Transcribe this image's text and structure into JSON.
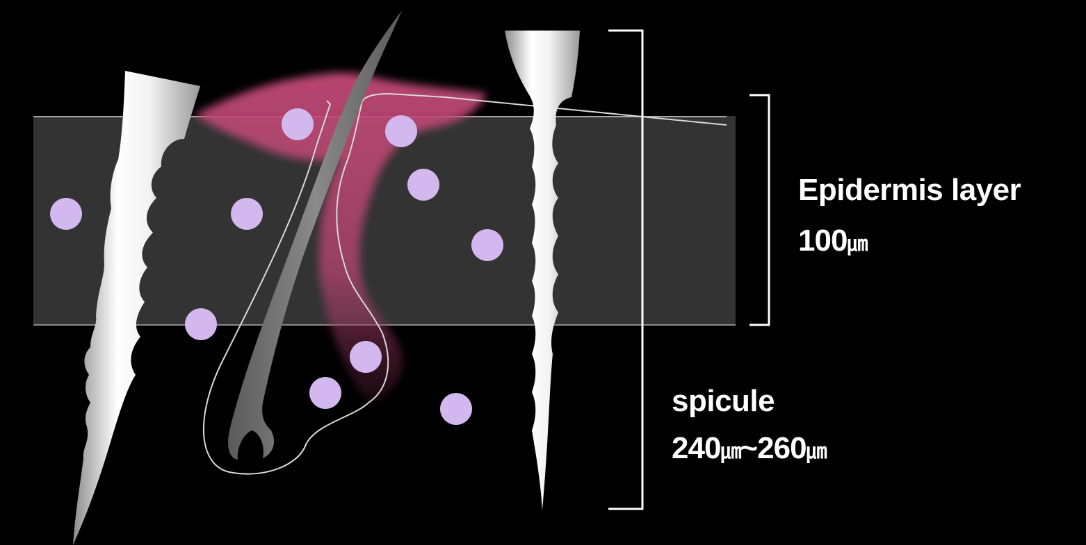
{
  "epidermis": {
    "title": "Epidermis layer",
    "value_number": "100",
    "value_unit": "㎛"
  },
  "spicule": {
    "title": "spicule",
    "range_start": "240",
    "range_start_unit": "㎛",
    "range_separator": "~",
    "range_end": "260",
    "range_end_unit": "㎛"
  },
  "colors": {
    "background": "#000000",
    "skin_layer": "#333333",
    "particle": "#d3b8ef",
    "gland": "#b8456e",
    "hair": "#707070",
    "bracket": "#ffffff"
  }
}
